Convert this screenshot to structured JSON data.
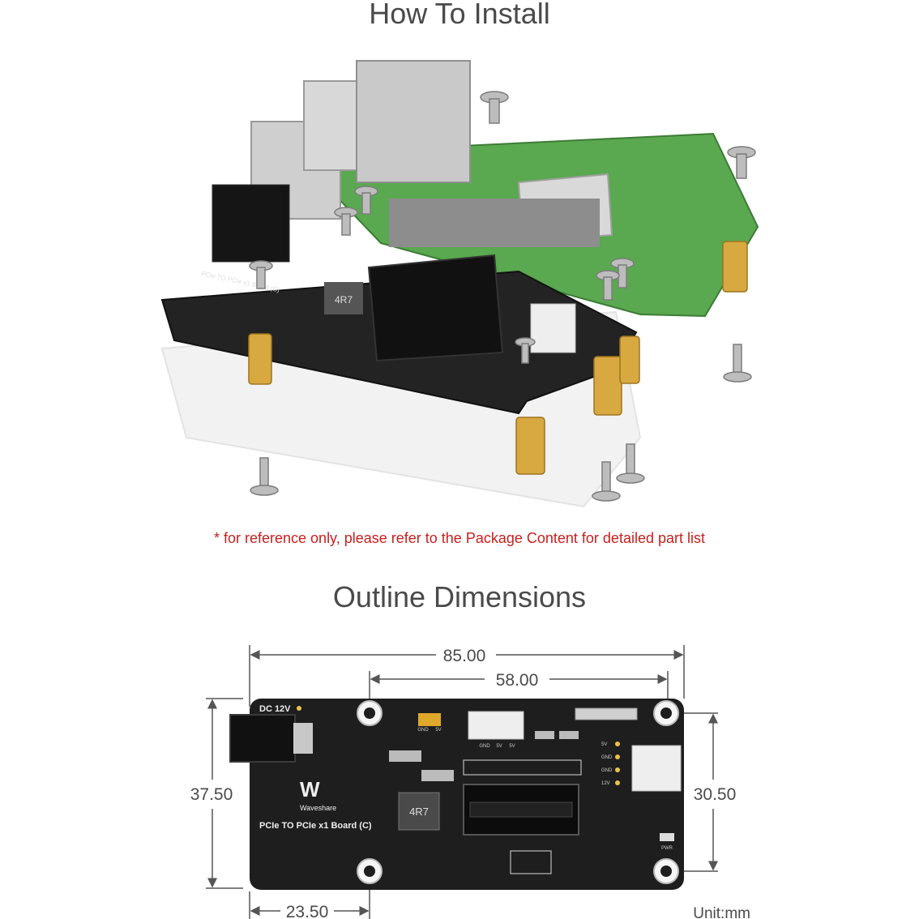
{
  "install": {
    "title": "How To Install",
    "note": "* for reference only, please refer to the Package Content for detailed part list",
    "board_silkscreen": "PCIe TO PCIe x1 Board (C)",
    "inductor_label": "4R7"
  },
  "outline": {
    "title": "Outline Dimensions",
    "dim_width": "85.00",
    "dim_hole_span": "58.00",
    "dim_height": "37.50",
    "dim_hole_height": "30.50",
    "dim_hole_offset": "23.50",
    "unit": "Unit:mm"
  },
  "board": {
    "dc_label": "DC 12V",
    "brand": "Waveshare",
    "title": "PCIe TO PCIe x1 Board (C)",
    "inductor": "4R7",
    "jumper_labels": [
      "GND",
      "5V"
    ],
    "connector_labels": [
      "GND",
      "5V",
      "5V"
    ],
    "fan_pins": [
      "5V",
      "GND",
      "GND",
      "12V"
    ],
    "pwr": "PWR"
  }
}
